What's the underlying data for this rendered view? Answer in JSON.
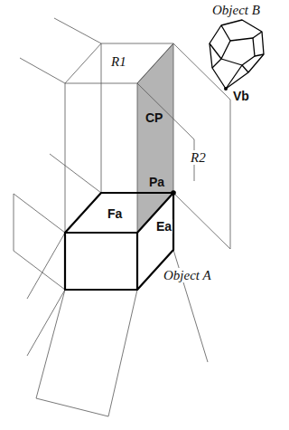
{
  "diagram": {
    "labels": [
      "Object B",
      "Vb",
      "R1",
      "CP",
      "R2",
      "Pa",
      "Fa",
      "Ea",
      "Object A"
    ]
  }
}
